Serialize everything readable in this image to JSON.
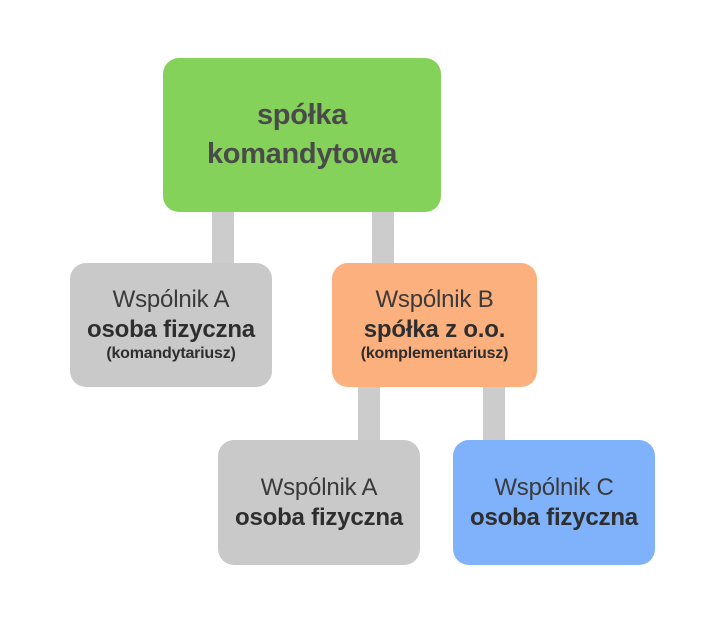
{
  "diagram": {
    "type": "organizational-structure",
    "background_color": "#ffffff",
    "connector_color": "#cccccc",
    "nodes": [
      {
        "id": "root",
        "color": "#84d25a",
        "lines": [
          "spółka",
          "komandytowa"
        ]
      },
      {
        "id": "partner-a",
        "color": "#c9c9c9",
        "title": "Wspólnik A",
        "main": "osoba fizyczna",
        "sub": "(komandytariusz)"
      },
      {
        "id": "partner-b",
        "color": "#fcb07e",
        "title": "Wspólnik B",
        "main": "spółka z o.o.",
        "sub": "(komplementariusz)"
      },
      {
        "id": "partner-a-sub",
        "color": "#c9c9c9",
        "title": "Wspólnik A",
        "main": "osoba fizyczna"
      },
      {
        "id": "partner-c",
        "color": "#7fb2fb",
        "title": "Wspólnik C",
        "main": "osoba fizyczna"
      }
    ]
  }
}
